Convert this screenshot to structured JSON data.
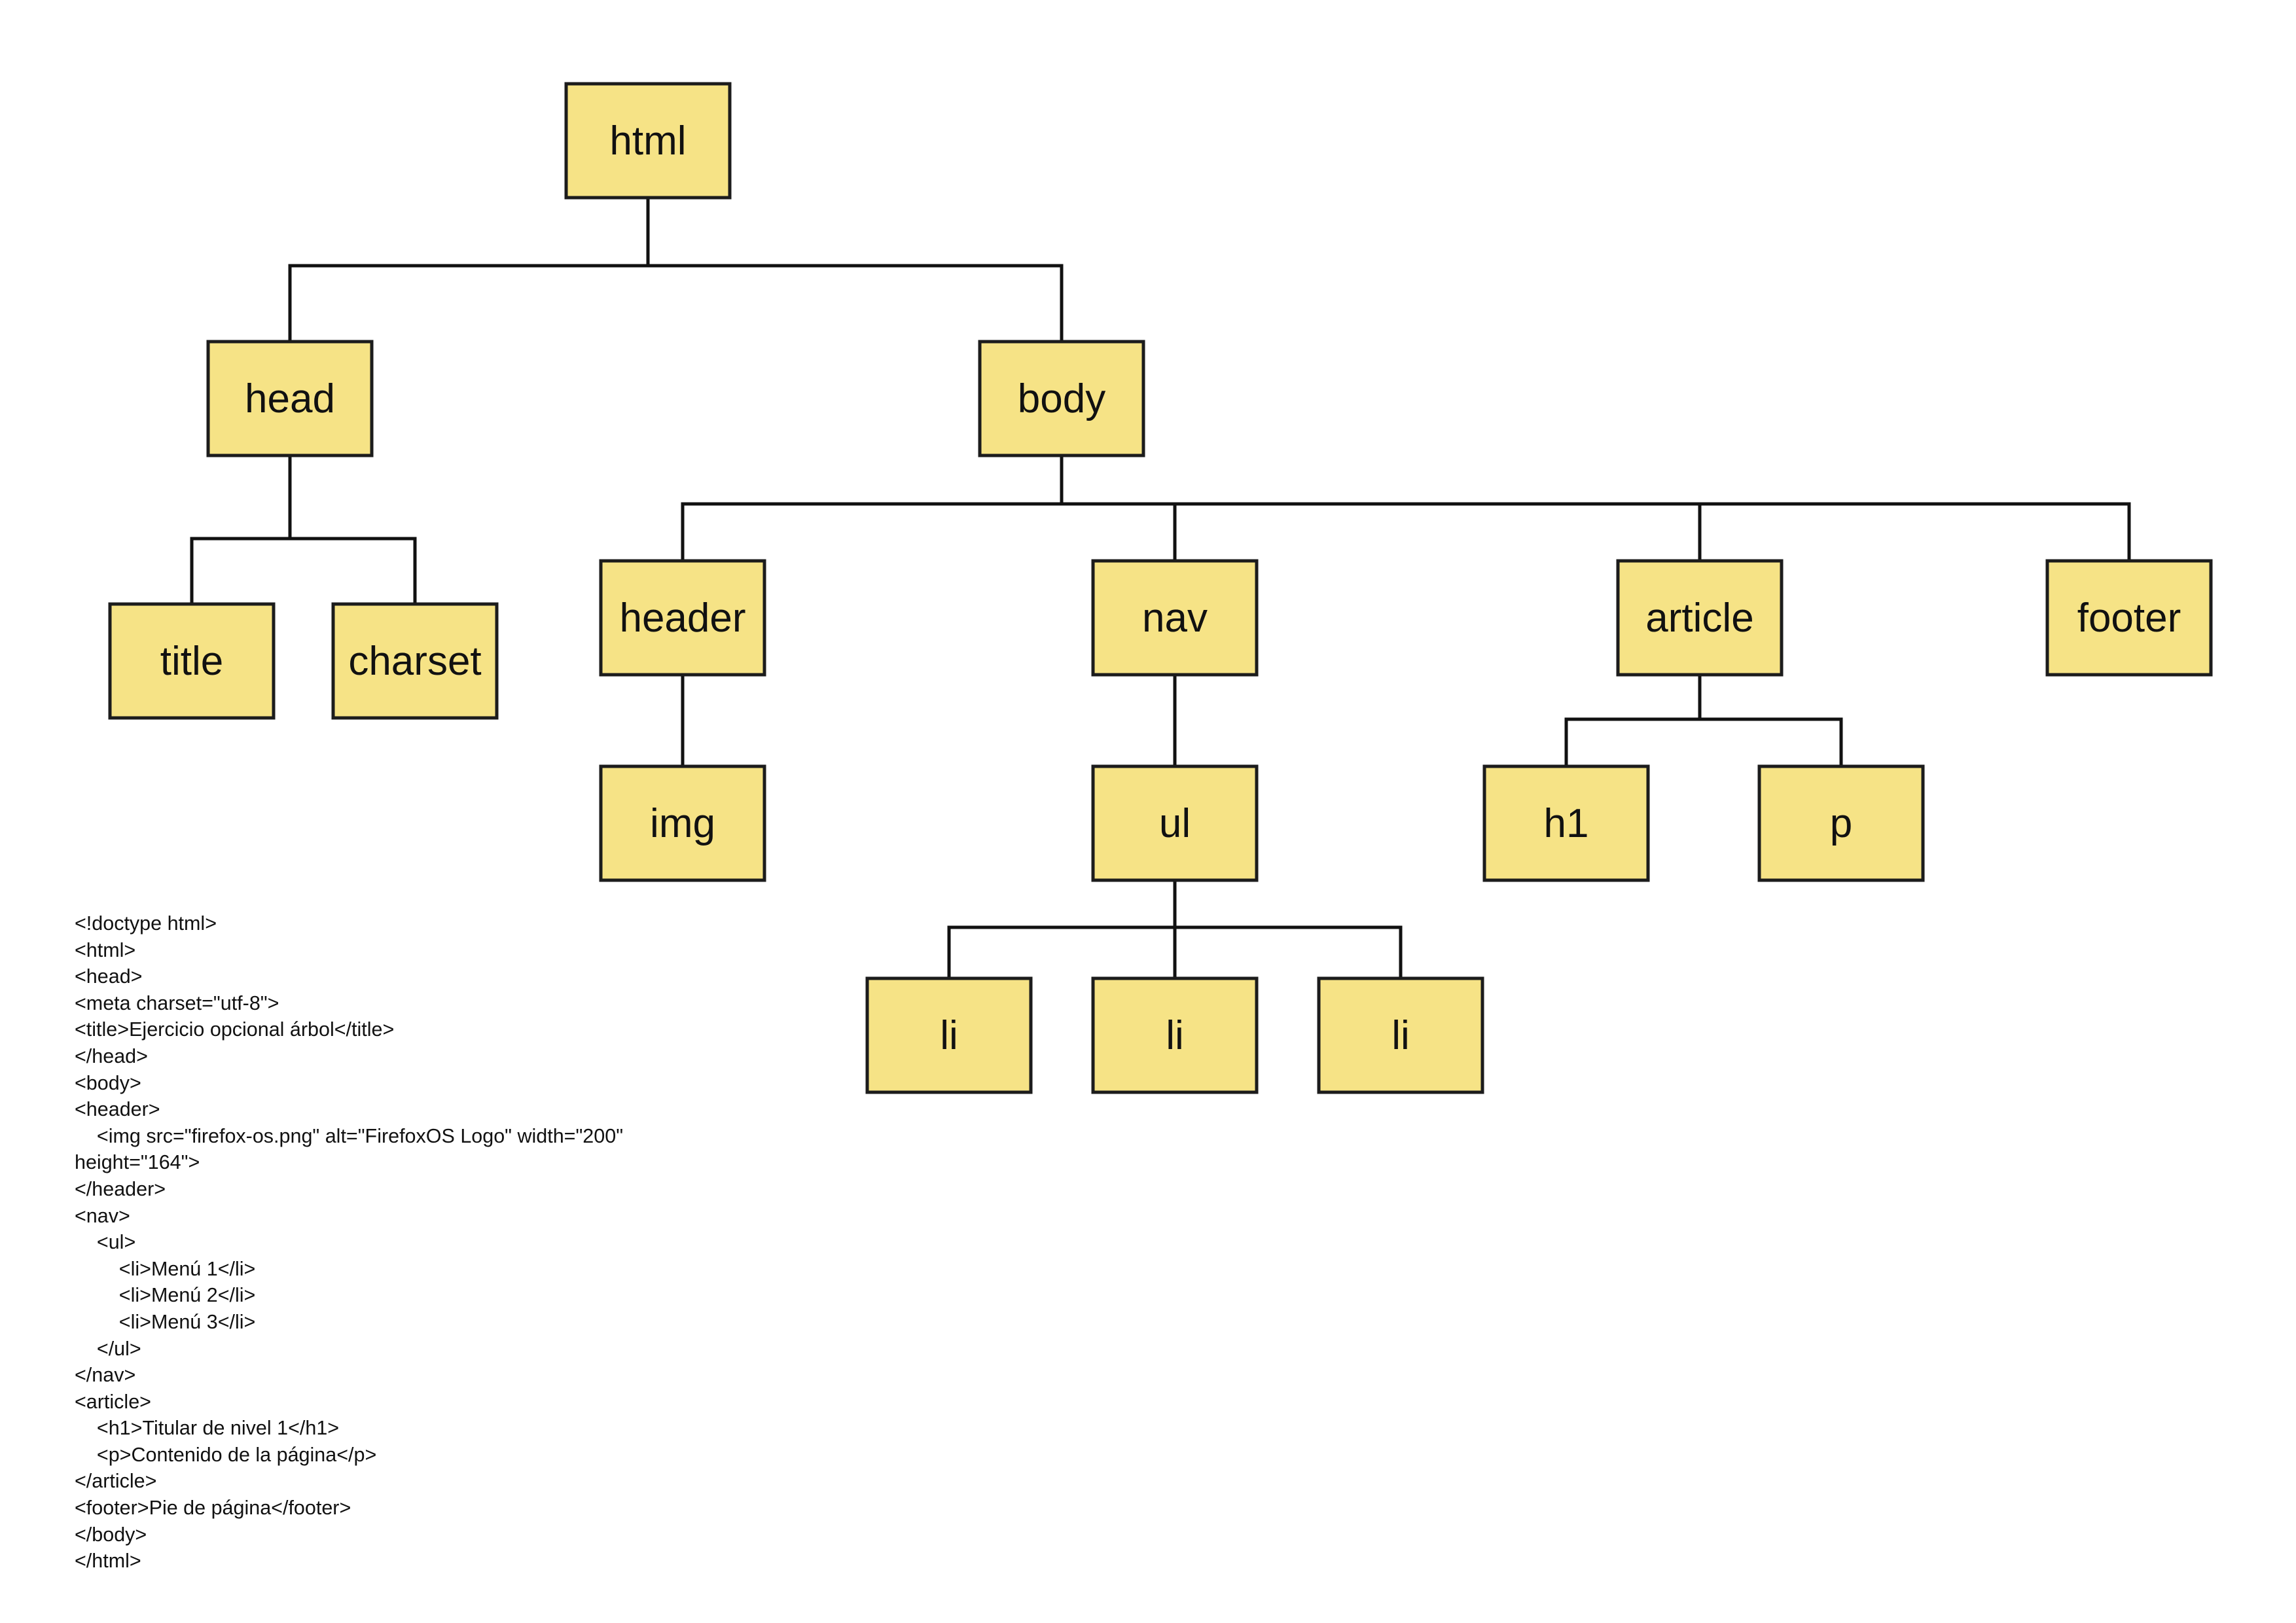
{
  "diagram": {
    "nodes": [
      {
        "id": "html",
        "label": "html"
      },
      {
        "id": "head",
        "label": "head"
      },
      {
        "id": "body",
        "label": "body"
      },
      {
        "id": "title",
        "label": "title"
      },
      {
        "id": "charset",
        "label": "charset"
      },
      {
        "id": "header",
        "label": "header"
      },
      {
        "id": "nav",
        "label": "nav"
      },
      {
        "id": "article",
        "label": "article"
      },
      {
        "id": "footer",
        "label": "footer"
      },
      {
        "id": "img",
        "label": "img"
      },
      {
        "id": "ul",
        "label": "ul"
      },
      {
        "id": "h1",
        "label": "h1"
      },
      {
        "id": "p",
        "label": "p"
      },
      {
        "id": "li1",
        "label": "li"
      },
      {
        "id": "li2",
        "label": "li"
      },
      {
        "id": "li3",
        "label": "li"
      }
    ],
    "edges": [
      {
        "from": "html",
        "to": "head"
      },
      {
        "from": "html",
        "to": "body"
      },
      {
        "from": "head",
        "to": "title"
      },
      {
        "from": "head",
        "to": "charset"
      },
      {
        "from": "body",
        "to": "header"
      },
      {
        "from": "body",
        "to": "nav"
      },
      {
        "from": "body",
        "to": "article"
      },
      {
        "from": "body",
        "to": "footer"
      },
      {
        "from": "header",
        "to": "img"
      },
      {
        "from": "nav",
        "to": "ul"
      },
      {
        "from": "article",
        "to": "h1"
      },
      {
        "from": "article",
        "to": "p"
      },
      {
        "from": "ul",
        "to": "li1"
      },
      {
        "from": "ul",
        "to": "li2"
      },
      {
        "from": "ul",
        "to": "li3"
      }
    ],
    "colors": {
      "box_fill": "#f6e386",
      "box_stroke": "#1c1c1c",
      "line": "#111111"
    }
  },
  "code": {
    "lines": [
      "<!doctype html>",
      "<html>",
      "<head>",
      "<meta charset=\"utf-8\">",
      "<title>Ejercicio opcional árbol</title>",
      "</head>",
      "<body>",
      "<header>",
      "    <img src=\"firefox-os.png\" alt=\"FirefoxOS Logo\" width=\"200\"",
      "height=\"164\">",
      "</header>",
      "<nav>",
      "    <ul>",
      "        <li>Menú 1</li>",
      "        <li>Menú 2</li>",
      "        <li>Menú 3</li>",
      "    </ul>",
      "</nav>",
      "<article>",
      "    <h1>Titular de nivel 1</h1>",
      "    <p>Contenido de la página</p>",
      "</article>",
      "<footer>Pie de página</footer>",
      "</body>",
      "</html>"
    ]
  }
}
